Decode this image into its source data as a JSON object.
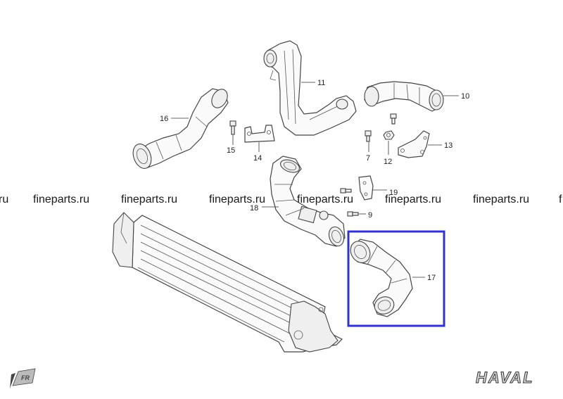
{
  "diagram": {
    "callouts": {
      "p7": "7",
      "p9": "9",
      "p10": "10",
      "p11": "11",
      "p12": "12",
      "p13": "13",
      "p14": "14",
      "p15": "15",
      "p16": "16",
      "p17": "17",
      "p18": "18",
      "p19": "19"
    },
    "watermarks": [
      "ru",
      "fineparts.ru",
      "fineparts.ru",
      "fineparts.ru",
      "fineparts.ru",
      "fineparts.ru",
      "fineparts.ru",
      "f"
    ],
    "fr_marker": "FR",
    "brand_logo": "HAVAL",
    "highlight_color": "#3333cc"
  }
}
